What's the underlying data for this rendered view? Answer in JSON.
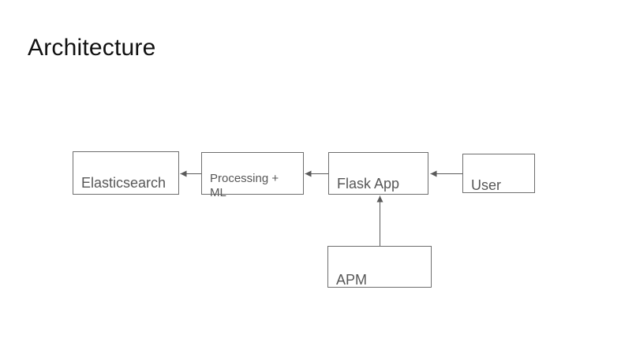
{
  "title": "Architecture",
  "diagram": {
    "nodes": [
      {
        "id": "elasticsearch",
        "label": "Elasticsearch"
      },
      {
        "id": "processing-ml",
        "label": "Processing +\nML"
      },
      {
        "id": "flask-app",
        "label": "Flask App"
      },
      {
        "id": "user",
        "label": "User"
      },
      {
        "id": "apm",
        "label": "APM"
      }
    ],
    "edges": [
      {
        "from": "user",
        "to": "flask-app"
      },
      {
        "from": "flask-app",
        "to": "processing-ml"
      },
      {
        "from": "processing-ml",
        "to": "elasticsearch"
      },
      {
        "from": "apm",
        "to": "flask-app"
      }
    ],
    "colors": {
      "background": "#ffffff",
      "title_text": "#111111",
      "node_border": "#6e6e6e",
      "node_text": "#575757",
      "arrow": "#5a5a5a"
    }
  }
}
